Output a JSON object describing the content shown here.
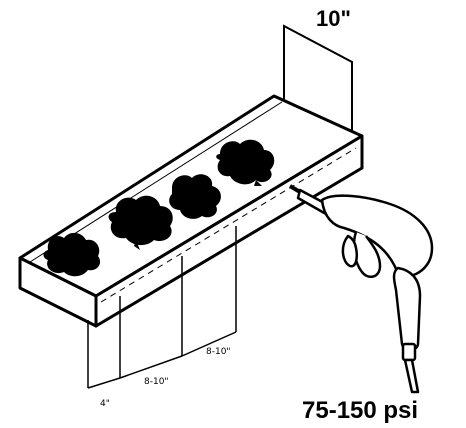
{
  "labels": {
    "board_width": "10\"",
    "pressure": "75-150 psi",
    "edge_distance": "4\"",
    "spacing_1": "8-10\"",
    "spacing_2": "8-10\""
  },
  "colors": {
    "ink": "#000000",
    "paper": "#ffffff"
  }
}
